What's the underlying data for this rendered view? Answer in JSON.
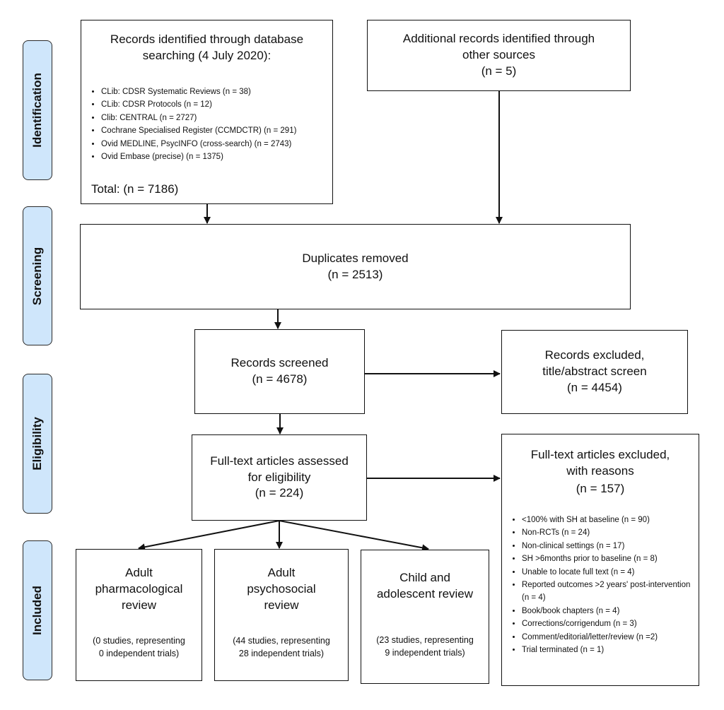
{
  "stages": {
    "identification": "Identification",
    "screening": "Screening",
    "eligibility": "Eligibility",
    "included": "Included"
  },
  "database_search": {
    "title": "Records identified through database\nsearching (4 July 2020):",
    "sources": [
      "CLib: CDSR Systematic Reviews (n = 38)",
      "CLib: CDSR Protocols (n = 12)",
      "Clib: CENTRAL (n = 2727)",
      "Cochrane Specialised Register (CCMDCTR) (n = 291)",
      "Ovid MEDLINE, PsycINFO (cross-search) (n = 2743)",
      "Ovid Embase (precise) (n = 1375)"
    ],
    "total": "Total: (n = 7186)"
  },
  "additional_records": {
    "title": "Additional records identified through\nother sources",
    "count": "(n = 5)"
  },
  "duplicates": {
    "title": "Duplicates removed",
    "count": "(n = 2513)"
  },
  "screened": {
    "title": "Records screened",
    "count": "(n = 4678)"
  },
  "excluded_screen": {
    "title": "Records excluded,\ntitle/abstract screen",
    "count": "(n = 4454)"
  },
  "full_text": {
    "title": "Full-text articles assessed\nfor eligibility",
    "count": "(n = 224)"
  },
  "full_text_excluded": {
    "title": "Full-text articles excluded,\nwith reasons",
    "count": "(n = 157)",
    "reasons": [
      "<100% with SH at baseline (n = 90)",
      "Non-RCTs (n = 24)",
      "Non-clinical settings (n = 17)",
      "SH >6months prior to baseline (n = 8)",
      "Unable to locate full text (n = 4)",
      "Reported outcomes >2 years' post-intervention (n = 4)",
      "Book/book chapters (n = 4)",
      "Corrections/corrigendum (n = 3)",
      "Comment/editorial/letter/review (n =2)",
      "Trial terminated (n = 1)"
    ]
  },
  "included": {
    "pharmacological": {
      "title": "Adult\npharmacological\nreview",
      "detail": "(0 studies, representing\n0 independent trials)"
    },
    "psychosocial": {
      "title": "Adult\npsychosocial\nreview",
      "detail": "(44 studies, representing\n28 independent trials)"
    },
    "child": {
      "title": "Child and\nadolescent review",
      "detail": "(23 studies, representing\n9 independent trials)"
    }
  }
}
